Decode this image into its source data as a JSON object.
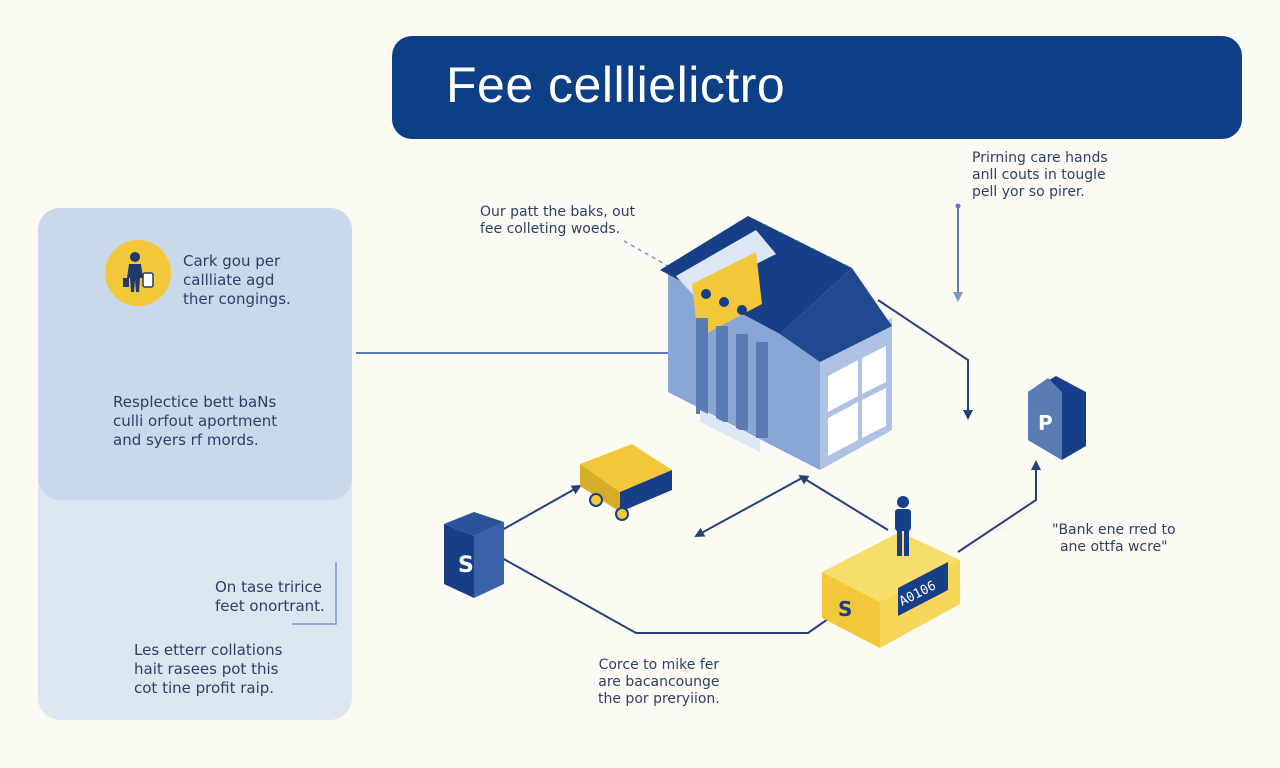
{
  "title": "Fee celllielictro",
  "panel": {
    "note1": "Cark gou per\ncallliate agd\nther congings.",
    "note2": "Resplectice bett baNs\nculli orfout aportment\nand syers rf mords.",
    "note3": "On tase tririce\nfeet onortrant.",
    "note4": "Les etterr collations\nhait rasees pot this\ncot tine profit raip."
  },
  "labels": {
    "bank": "Our patt the baks, out\nfee colleting woeds.",
    "top_right": "Prirning care hands\nanll couts in tougle\npell yor so pirer.",
    "right": "\"Bank ene rred to\nane ottfa wcre\"",
    "bottom": "Corce to mike fer\nare bacancounge\nthe por preryiion."
  },
  "icons": {
    "money_box_glyph": "S",
    "yellow_box_glyph": "S",
    "house_glyph": "P",
    "display_value": "A0106"
  },
  "colors": {
    "navy": "#0d3f86",
    "light_blue": "#8aa6d6",
    "yellow": "#f2c83a",
    "panel": "#c9d8ea"
  }
}
